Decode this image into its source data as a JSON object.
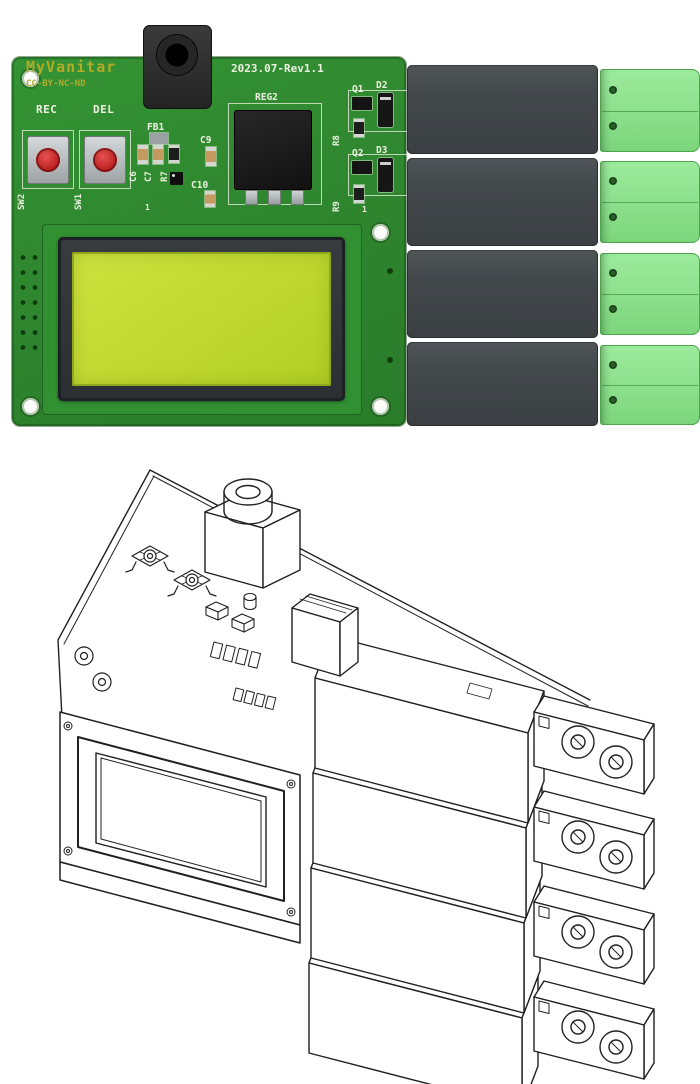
{
  "top_view": {
    "logo": "MyVanitar",
    "license": "CC-BY-NC-ND",
    "revision": "2023.07-Rev1.1",
    "buttons": [
      {
        "label": "REC",
        "refdes": "SW2"
      },
      {
        "label": "DEL",
        "refdes": "SW1"
      }
    ],
    "refdes": {
      "fb1": "FB1",
      "c6": "C6",
      "c7": "C7",
      "r7": "R7",
      "c9": "C9",
      "c10": "C10",
      "reg2": "REG2",
      "q1": "Q1",
      "d2": "D2",
      "r8": "R8",
      "q2": "Q2",
      "d3": "D3",
      "r9": "R9"
    },
    "pin_markers": [
      "1",
      "1"
    ],
    "hardware": {
      "relay_count": 4,
      "terminal_block_count": 4
    },
    "colors": {
      "pcb_green": "#2f8a2f",
      "lcd_screen_green": "#bfdc32",
      "relay_body_gray": "#454a4d",
      "terminal_block_green": "#8ce38c",
      "button_red": "#c42a2a",
      "silkscreen_white": "#eef1e1",
      "logo_olive": "#b3ab26"
    }
  },
  "iso_view": {
    "relay_count": 4,
    "terminal_block_count": 4
  }
}
